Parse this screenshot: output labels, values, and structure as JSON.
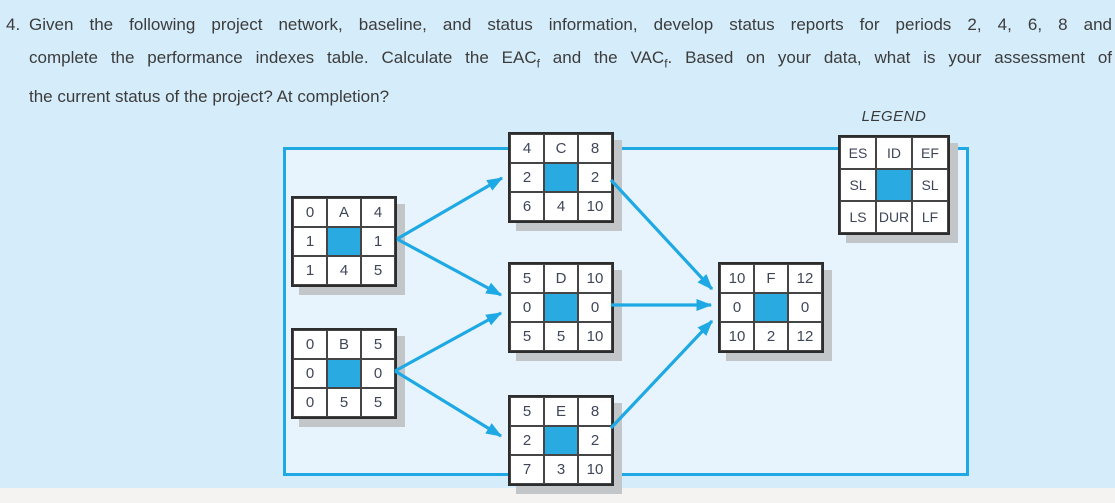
{
  "question": {
    "number": "4.",
    "line1": "Given the following project network, baseline, and status information, develop status reports for periods 2, 4, 6, 8 and",
    "line2": {
      "a": "complete the performance indexes table. Calculate the EAC",
      "sub1": "f",
      "b": " and the VAC",
      "sub2": "f",
      "c": ". Based on your data, what is your assessment of"
    },
    "line3": "the current status of the project? At completion?"
  },
  "legend": {
    "title": "LEGEND",
    "cells": [
      "ES",
      "ID",
      "EF",
      "SL",
      "",
      "SL",
      "LS",
      "DUR",
      "LF"
    ]
  },
  "nodes": {
    "A": {
      "cells": [
        "0",
        "A",
        "4",
        "1",
        "",
        "1",
        "1",
        "4",
        "5"
      ]
    },
    "B": {
      "cells": [
        "0",
        "B",
        "5",
        "0",
        "",
        "0",
        "0",
        "5",
        "5"
      ]
    },
    "C": {
      "cells": [
        "4",
        "C",
        "8",
        "2",
        "",
        "2",
        "6",
        "4",
        "10"
      ]
    },
    "D": {
      "cells": [
        "5",
        "D",
        "10",
        "0",
        "",
        "0",
        "5",
        "5",
        "10"
      ]
    },
    "E": {
      "cells": [
        "5",
        "E",
        "8",
        "2",
        "",
        "2",
        "7",
        "3",
        "10"
      ]
    },
    "F": {
      "cells": [
        "10",
        "F",
        "12",
        "0",
        "",
        "0",
        "10",
        "2",
        "12"
      ]
    }
  },
  "edges": [
    {
      "from": "A",
      "to": "C"
    },
    {
      "from": "A",
      "to": "D"
    },
    {
      "from": "B",
      "to": "D"
    },
    {
      "from": "B",
      "to": "E"
    },
    {
      "from": "C",
      "to": "F"
    },
    {
      "from": "D",
      "to": "F"
    },
    {
      "from": "E",
      "to": "F"
    }
  ],
  "colors": {
    "accent_blue": "#1ea9e4",
    "cell_fill": "#29abe2",
    "page_bg": "#d5ecfa",
    "frame_bg": "#e8f4fd"
  }
}
